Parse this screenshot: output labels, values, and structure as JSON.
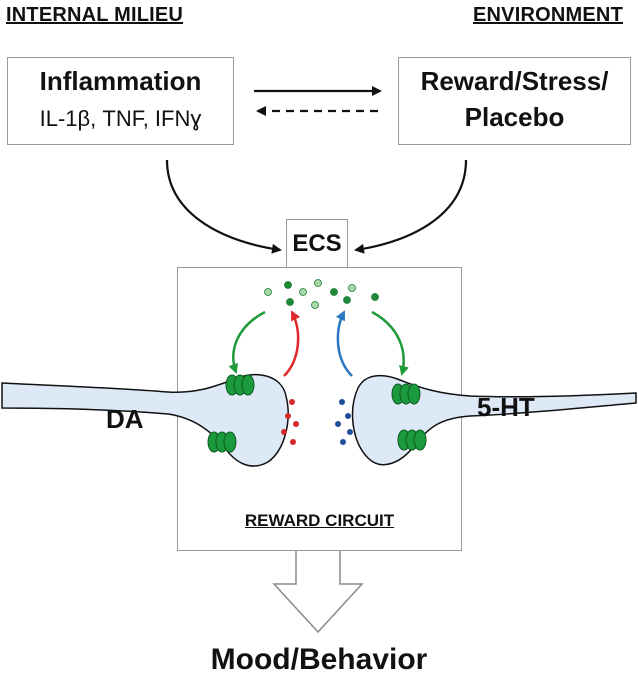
{
  "headers": {
    "left": "INTERNAL MILIEU",
    "right": "ENVIRONMENT"
  },
  "inflammation_box": {
    "title": "Inflammation",
    "cytokines": "IL-1β, TNF, IFNɣ"
  },
  "environment_box": {
    "line1": "Reward/Stress/",
    "line2": "Placebo"
  },
  "ecs_label": "ECS",
  "neurons": {
    "left": "DA",
    "right": "5-HT"
  },
  "circuit_label": "REWARD CIRCUIT",
  "output_label": "Mood/Behavior",
  "colors": {
    "neuron_fill": "#dde9f6",
    "receptor": "#1a9a3c",
    "da_arrow": "#e0282c",
    "ht_arrow": "#2b76c2",
    "ecs_arrow": "#1f9a3a",
    "box_border": "#9a9a9a"
  }
}
